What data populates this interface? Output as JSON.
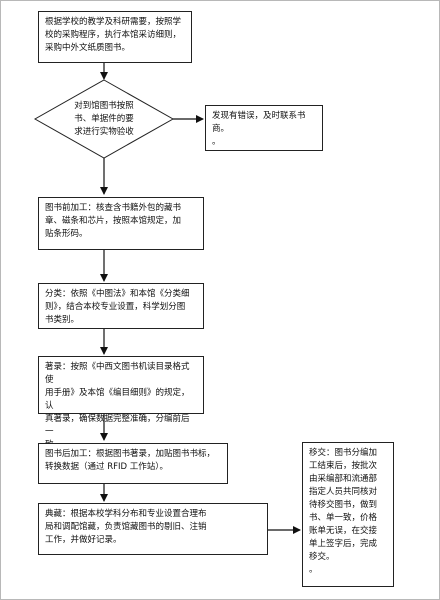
{
  "steps": {
    "step1": "根据学校的教学及科研需要，按照学\n校的采购程序，执行本馆采访细则，\n采购中外文纸质图书。",
    "decision": "对到馆图书按照\n书、单据件的要\n求进行实物验收",
    "side_note": "发现有错误，及时联系书\n商。\n。",
    "step2": "图书前加工：核查含书籍外包的藏书\n章、磁条和芯片，按照本馆规定，加\n贴条形码。",
    "step3": "分类：依照《中图法》和本馆《分类细\n则》，结合本校专业设置，科学划分图\n书类别。",
    "step4": "著录：按照《中西文图书机读目录格式使\n用手册》及本馆《编目细则》的规定，认\n真著录，确保数据完整准确，分编前后一\n致。",
    "step5": "图书后加工：根据图书著录，加贴图书书标，\n转换数据（通过 RFID 工作站）。",
    "step6": "典藏：根据本校学科分布和专业设置合理布\n局和调配馆藏，负责馆藏图书的剔旧、注销\n工作，并做好记录。",
    "transfer": "移交：图书分编加\n工结束后，按批次\n由采编部和流通部\n指定人员共同核对\n待移交图书，做到\n书、单一致，价格\n账单无误，在交接\n单上签字后，完成\n移交。\n。"
  }
}
